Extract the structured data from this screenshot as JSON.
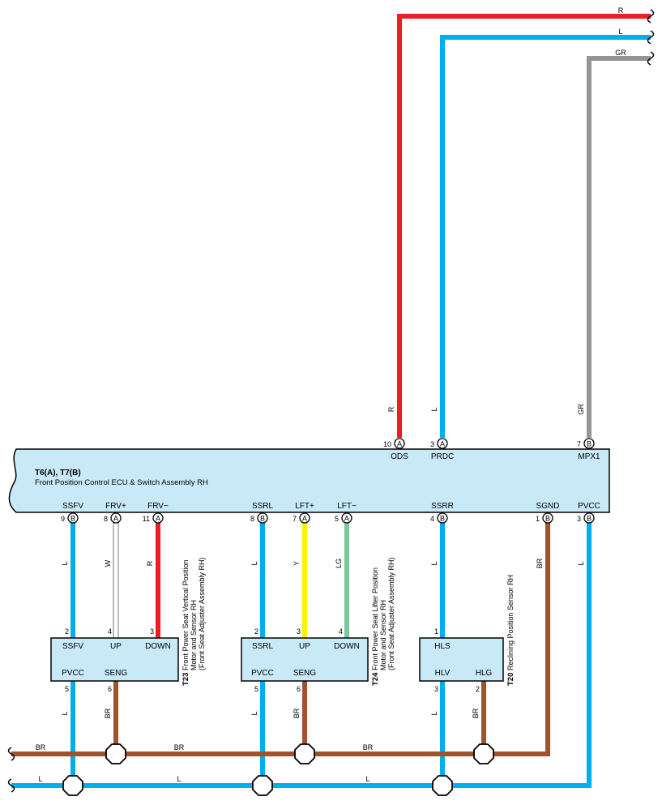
{
  "colors": {
    "R": "#ee1c25",
    "L": "#00aeef",
    "GR": "#939598",
    "W": "#ffffff",
    "Y": "#fff200",
    "LG": "#7ac99a",
    "BR": "#a0522d",
    "box": "#c8e9f8"
  },
  "ecu": {
    "id": "T6(A), T7(B)",
    "name": "Front Position Control ECU & Switch Assembly RH",
    "top_terminals": [
      {
        "num": "10",
        "conn": "A",
        "name": "ODS",
        "wire": "R"
      },
      {
        "num": "3",
        "conn": "A",
        "name": "PRDC",
        "wire": "L"
      },
      {
        "num": "7",
        "conn": "B",
        "name": "MPX1",
        "wire": "GR"
      }
    ],
    "bottom_terminals": [
      {
        "num": "9",
        "conn": "B",
        "name": "SSFV",
        "wire": "L"
      },
      {
        "num": "8",
        "conn": "A",
        "name": "FRV+",
        "wire": "W"
      },
      {
        "num": "11",
        "conn": "A",
        "name": "FRV−",
        "wire": "R"
      },
      {
        "num": "8",
        "conn": "B",
        "name": "SSRL",
        "wire": "L"
      },
      {
        "num": "7",
        "conn": "A",
        "name": "LFT+",
        "wire": "Y"
      },
      {
        "num": "5",
        "conn": "A",
        "name": "LFT−",
        "wire": "LG"
      },
      {
        "num": "4",
        "conn": "B",
        "name": "SSRR",
        "wire": "L"
      },
      {
        "num": "1",
        "conn": "B",
        "name": "SGND",
        "wire": "BR"
      },
      {
        "num": "3",
        "conn": "B",
        "name": "PVCC",
        "wire": "L"
      }
    ]
  },
  "edge_wires": [
    "R",
    "L",
    "GR"
  ],
  "components": [
    {
      "id": "T23",
      "desc": [
        "Front Power Seat Vertical Position",
        "Motor and Sensor RH",
        "(Front Seat Adjuster Assembly RH)"
      ],
      "top_pins": [
        {
          "num": "2",
          "name": "SSFV"
        },
        {
          "num": "4",
          "name": "UP"
        },
        {
          "num": "3",
          "name": "DOWN"
        }
      ],
      "bottom_pins": [
        {
          "num": "5",
          "name": "PVCC",
          "wire": "L"
        },
        {
          "num": "6",
          "name": "SENG",
          "wire": "BR"
        }
      ]
    },
    {
      "id": "T24",
      "desc": [
        "Front Power Seat Lifter Position",
        "Motor and Sensor RH",
        "(Front Seat Adjuster Assembly RH)"
      ],
      "top_pins": [
        {
          "num": "2",
          "name": "SSRL"
        },
        {
          "num": "3",
          "name": "UP"
        },
        {
          "num": "4",
          "name": "DOWN"
        }
      ],
      "bottom_pins": [
        {
          "num": "5",
          "name": "PVCC",
          "wire": "L"
        },
        {
          "num": "6",
          "name": "SENG",
          "wire": "BR"
        }
      ]
    },
    {
      "id": "T20",
      "desc": [
        "Reclining Position Sensor RH"
      ],
      "top_pins": [
        {
          "num": "1",
          "name": "HLS"
        }
      ],
      "bottom_pins": [
        {
          "num": "3",
          "name": "HLV",
          "wire": "L"
        },
        {
          "num": "2",
          "name": "HLG",
          "wire": "BR"
        }
      ]
    }
  ],
  "buses": [
    {
      "wire": "BR",
      "labels": [
        "BR",
        "BR",
        "BR"
      ]
    },
    {
      "wire": "L",
      "labels": [
        "L",
        "L",
        "L"
      ]
    }
  ]
}
